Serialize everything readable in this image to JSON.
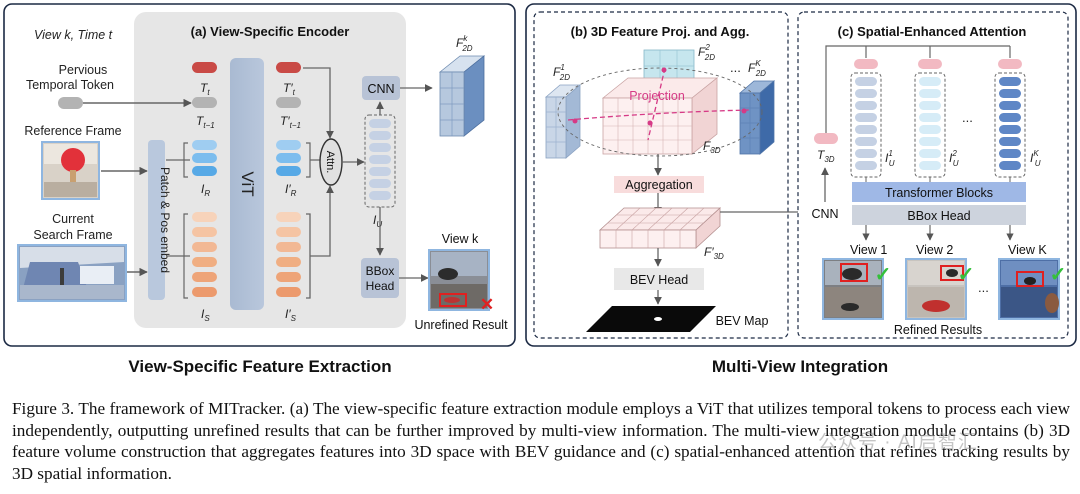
{
  "panel_a": {
    "view_time_label": "View k, Time t",
    "title": "(a)  View-Specific Encoder",
    "temporal_token_label_1": "Pervious",
    "temporal_token_label_2": "Temporal Token",
    "reference_frame_label": "Reference Frame",
    "current_frame_label_1": "Current",
    "current_frame_label_2": "Search Frame",
    "patch_embed_label": "Patch & Pos embed",
    "vit_label": "ViT",
    "attn_label": "Attn.",
    "cnn_label": "CNN",
    "bbox_head_label_1": "BBox",
    "bbox_head_label_2": "Head",
    "view_k_label": "View k",
    "unrefined_result_label": "Unrefined Result",
    "t_t": "T",
    "section_title": "View-Specific Feature Extraction"
  },
  "panel_b": {
    "title": "(b) 3D Feature Proj. and Agg.",
    "projection_label": "Projection",
    "aggregation_label": "Aggregation",
    "bev_head_label": "BEV Head",
    "bev_map_label": "BEV Map",
    "ellipsis": "..."
  },
  "panel_c": {
    "title": "(c) Spatial-Enhanced Attention",
    "transformer_label": "Transformer Blocks",
    "bbox_head_label": "BBox Head",
    "view_1_label": "View 1",
    "view_2_label": "View 2",
    "view_k_label": "View K",
    "refined_results_label": "Refined Results",
    "cnn_label": "CNN",
    "ellipsis": "...",
    "section_title": "Multi-View Integration"
  },
  "caption": {
    "text": "Figure 3.  The framework of MITracker. (a) The view-specific feature extraction module employs a ViT that utilizes temporal tokens to process each view independently, outputting unrefined results that can be further improved by multi-view information.  The multi-view integration module contains (b) 3D feature volume construction that aggregates features into 3D space with BEV guidance and (c) spatial-enhanced attention that refines tracking results by 3D spatial information."
  },
  "watermark": "公众号 · AI启智汇",
  "colors": {
    "panel_border": "#1c2a44",
    "encoder_bg": "#e6e6e6",
    "vit_blue": "#aebfd6",
    "token_red": "#c94a46",
    "token_blue": "#57a9e6",
    "token_orange": "#f0ae82",
    "gray_box": "#b8c3d6",
    "transformer_blue": "#9fb8e6",
    "pink_label": "#f8dcdc",
    "projection_pink": "#d63a86",
    "check_green": "#34c03a",
    "cross_red": "#e02020"
  }
}
